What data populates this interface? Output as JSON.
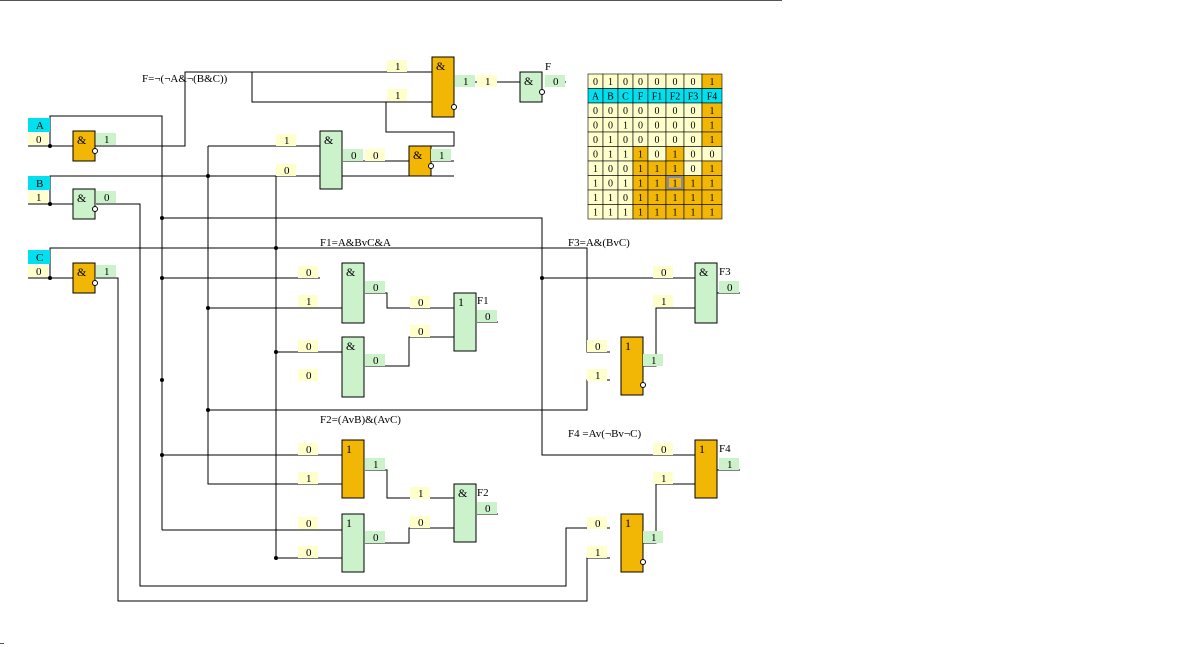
{
  "colors": {
    "gate_and_inverting": "#f2b705",
    "gate_plain": "#ccf2cc",
    "input_label": "#00e0ee",
    "value_bg": "#ffffcc",
    "value_out_bg": "#ccf2cc",
    "wire": "#000000"
  },
  "inputs": [
    {
      "name": "A",
      "value": "0",
      "not_value": "1"
    },
    {
      "name": "B",
      "value": "1",
      "not_value": "0"
    },
    {
      "name": "C",
      "value": "0",
      "not_value": "1"
    }
  ],
  "circuit_F": {
    "formula": "F=¬(¬A&¬(B&C))",
    "and_bc": {
      "symbol": "&",
      "in1": "1",
      "in2": "0",
      "out": "0"
    },
    "nand_bc": {
      "symbol": "&",
      "out": "1"
    },
    "nand_main": {
      "symbol": "&",
      "in1": "1",
      "in2": "1",
      "out": "1"
    },
    "out_gate": {
      "symbol": "&",
      "in": "1",
      "out": "0",
      "name": "F"
    }
  },
  "circuit_F1": {
    "formula": "F1=A&BvC&A",
    "and_top": {
      "symbol": "&",
      "in1": "0",
      "in2": "1",
      "out": "0"
    },
    "and_bot": {
      "symbol": "&",
      "in1": "0",
      "in2": "0",
      "out": "0"
    },
    "or_out": {
      "symbol": "1",
      "in1": "0",
      "in2": "0",
      "out": "0",
      "name": "F1"
    }
  },
  "circuit_F2": {
    "formula": "F2=(AvB)&(AvC)",
    "or_top": {
      "symbol": "1",
      "in1": "0",
      "in2": "1",
      "out": "1"
    },
    "or_bot": {
      "symbol": "1",
      "in1": "0",
      "in2": "0",
      "out": "0"
    },
    "and_out": {
      "symbol": "&",
      "in1": "1",
      "in2": "0",
      "out": "0",
      "name": "F2"
    }
  },
  "circuit_F3": {
    "formula": "F3=A&(BvC)",
    "nor": {
      "symbol": "1",
      "in1": "0",
      "in2": "1",
      "out": "1"
    },
    "and_out": {
      "symbol": "&",
      "in1": "0",
      "in2": "1",
      "out": "0",
      "name": "F3"
    }
  },
  "circuit_F4": {
    "formula": "F4 =Av(¬Bv¬C)",
    "nor": {
      "symbol": "1",
      "in1": "0",
      "in2": "1",
      "out": "1"
    },
    "or_out": {
      "symbol": "1",
      "in1": "0",
      "in2": "1",
      "out": "1",
      "name": "F4"
    }
  },
  "truth_table": {
    "top_row": [
      "0",
      "1",
      "0",
      "0",
      "0",
      "0",
      "0",
      "1"
    ],
    "headers": [
      "A",
      "B",
      "C",
      "F",
      "F1",
      "F2",
      "F3",
      "F4"
    ],
    "rows": [
      [
        "0",
        "0",
        "0",
        "0",
        "0",
        "0",
        "0",
        "1"
      ],
      [
        "0",
        "0",
        "1",
        "0",
        "0",
        "0",
        "0",
        "1"
      ],
      [
        "0",
        "1",
        "0",
        "0",
        "0",
        "0",
        "0",
        "1"
      ],
      [
        "0",
        "1",
        "1",
        "1",
        "0",
        "1",
        "0",
        "0"
      ],
      [
        "1",
        "0",
        "0",
        "1",
        "1",
        "1",
        "0",
        "1"
      ],
      [
        "1",
        "0",
        "1",
        "1",
        "1",
        "1",
        "1",
        "1"
      ],
      [
        "1",
        "1",
        "0",
        "1",
        "1",
        "1",
        "1",
        "1"
      ],
      [
        "1",
        "1",
        "1",
        "1",
        "1",
        "1",
        "1",
        "1"
      ]
    ]
  }
}
